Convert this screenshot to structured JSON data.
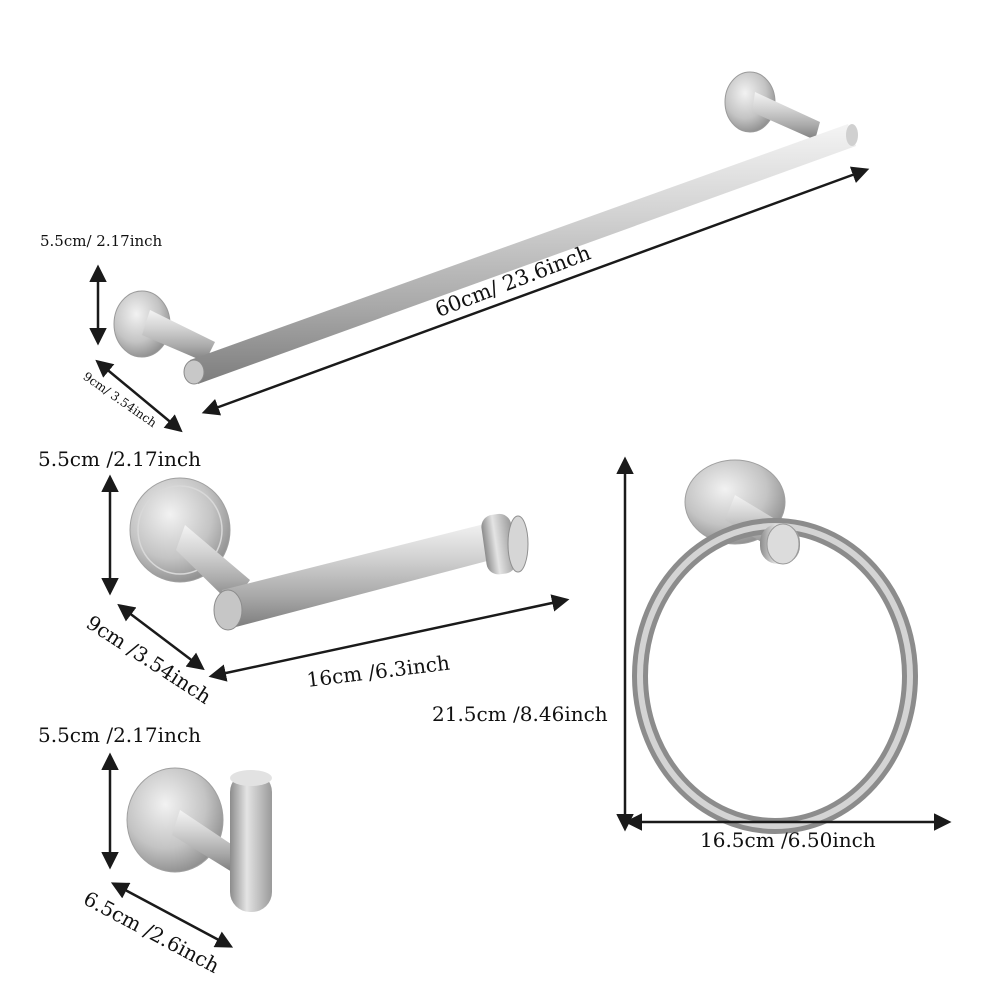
{
  "image": {
    "description_labels": {
      "towel_bar_length": "60cm/ 23.6inch",
      "towel_bar_height": "5.5cm/ 2.17inch",
      "towel_bar_depth": "9cm/ 3.54inch",
      "tissue_holder_height": "5.5cm /2.17inch",
      "tissue_holder_depth": "9cm /3.54inch",
      "tissue_holder_length": "16cm /6.3inch",
      "hook_height": "5.5cm /2.17inch",
      "hook_depth": "6.5cm /2.6inch",
      "ring_height": "21.5cm /8.46inch",
      "ring_width": "16.5cm /6.50inch"
    },
    "colors": {
      "metal_light": "#e8e8e8",
      "metal_mid": "#b8b8b8",
      "metal_dark": "#7a7a7a",
      "arrow": "#1a1a1a"
    }
  }
}
